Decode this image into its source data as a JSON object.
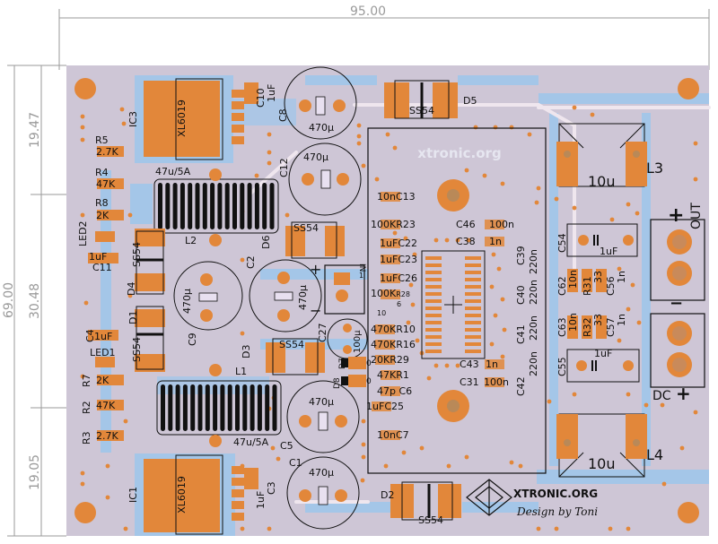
{
  "dimensions": {
    "width": "95.00",
    "height": "69.00",
    "top": "19.47",
    "middle": "30.48",
    "bottom": "19.05"
  },
  "colors": {
    "board": "#cec6d6",
    "trace": "#a4c6e8",
    "copper": "#e2873a",
    "silk": "#111111"
  },
  "ics": [
    {
      "ref": "IC3",
      "part": "XL6019"
    },
    {
      "ref": "IC1",
      "part": "XL6019"
    }
  ],
  "inductors": [
    {
      "ref": "L2",
      "value": "47u/5A"
    },
    {
      "ref": "L1",
      "value": "47u/5A"
    },
    {
      "ref": "L3",
      "value": "10u"
    },
    {
      "ref": "L4",
      "value": "10u"
    }
  ],
  "electrolytics": [
    {
      "ref": "C8",
      "value": "470µ"
    },
    {
      "ref": "C12",
      "value": "470µ"
    },
    {
      "ref": "C9",
      "value": "470µ"
    },
    {
      "ref": "C2",
      "value": "470µ"
    },
    {
      "ref": "C5",
      "value": "470µ"
    },
    {
      "ref": "C1",
      "value": "470µ"
    },
    {
      "ref": "C27",
      "value": "100µ"
    }
  ],
  "diodes": [
    {
      "ref": "D5",
      "part": "SS54"
    },
    {
      "ref": "D6",
      "part": "SS54"
    },
    {
      "ref": "D4",
      "part": "SS54"
    },
    {
      "ref": "D1",
      "part": "SS54"
    },
    {
      "ref": "D3",
      "part": "SS54"
    },
    {
      "ref": "D2",
      "part": "SS54"
    }
  ],
  "left_parts": [
    {
      "ref": "R5",
      "value": "2.7K"
    },
    {
      "ref": "R4",
      "value": "47K"
    },
    {
      "ref": "R8",
      "value": "2K"
    },
    {
      "ref": "LED2",
      "value": ""
    },
    {
      "ref": "C11",
      "value": "1uF"
    },
    {
      "ref": "C4",
      "value": "1uF"
    },
    {
      "ref": "LED1",
      "value": ""
    },
    {
      "ref": "R7",
      "value": "2K"
    },
    {
      "ref": "R2",
      "value": "47K"
    },
    {
      "ref": "R3",
      "value": "2.7K"
    },
    {
      "ref": "C10",
      "value": "1uF"
    },
    {
      "ref": "C3",
      "value": "1uF"
    }
  ],
  "module_parts": [
    {
      "ref": "C13",
      "value": "10n"
    },
    {
      "ref": "R23",
      "value": "100K"
    },
    {
      "ref": "C46",
      "value": "100n"
    },
    {
      "ref": "C38",
      "value": "1n"
    },
    {
      "ref": "C22",
      "value": "1uF"
    },
    {
      "ref": "C23",
      "value": "1uF"
    },
    {
      "ref": "C26",
      "value": "1uF"
    },
    {
      "ref": "R28",
      "value": "100K"
    },
    {
      "ref": "R10",
      "value": "470K"
    },
    {
      "ref": "R16",
      "value": "470K"
    },
    {
      "ref": "R29",
      "value": "20K"
    },
    {
      "ref": "R1",
      "value": "47K"
    },
    {
      "ref": "C6",
      "value": "47p"
    },
    {
      "ref": "C25",
      "value": "1uF"
    },
    {
      "ref": "C7",
      "value": "10n"
    },
    {
      "ref": "C43",
      "value": "1n"
    },
    {
      "ref": "C31",
      "value": "100n"
    },
    {
      "ref": "C39",
      "value": "220n"
    },
    {
      "ref": "C40",
      "value": "220n"
    },
    {
      "ref": "C41",
      "value": "220n"
    },
    {
      "ref": "C42",
      "value": "220n"
    }
  ],
  "output_parts": [
    {
      "ref": "C54",
      "value": "1uF"
    },
    {
      "ref": "C62",
      "value": "10n"
    },
    {
      "ref": "R31",
      "value": "33"
    },
    {
      "ref": "C56",
      "value": "1n"
    },
    {
      "ref": "C63",
      "value": "10n"
    },
    {
      "ref": "R32",
      "value": "33"
    },
    {
      "ref": "C57",
      "value": "1n"
    },
    {
      "ref": "C55",
      "value": "1uF"
    }
  ],
  "misc_labels": {
    "d7": "D7",
    "d8": "D8",
    "in": "IN",
    "plus": "+",
    "minus": "−",
    "one": "1",
    "zero_a": "0",
    "zero_b": "0",
    "six": "6",
    "ten": "10"
  },
  "connectors": {
    "out": "OUT",
    "dc": "DC"
  },
  "module_ghost": "xtronic.org",
  "branding": {
    "site": "XTRONIC.ORG",
    "credit": "Design by Toni"
  }
}
